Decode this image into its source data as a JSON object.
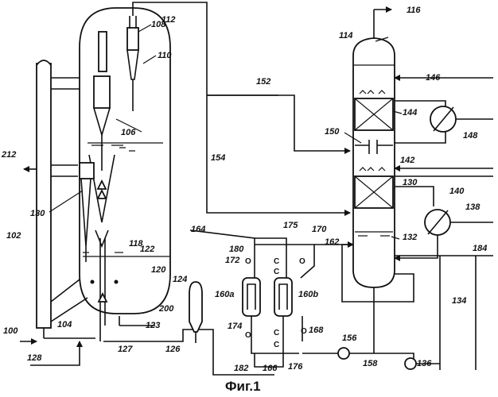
{
  "caption": "Фиг.1",
  "labels": {
    "l100": "100",
    "l102": "102",
    "l104": "104",
    "l106": "106",
    "l108": "108",
    "l110": "110",
    "l112": "112",
    "l114": "114",
    "l116": "116",
    "l118": "118",
    "l120": "120",
    "l122": "122",
    "l123": "123",
    "l124": "124",
    "l126": "126",
    "l127": "127",
    "l128": "128",
    "l130a": "130",
    "l130b": "130",
    "l132": "132",
    "l134": "134",
    "l136": "136",
    "l138": "138",
    "l140": "140",
    "l142": "142",
    "l144": "144",
    "l146": "146",
    "l148": "148",
    "l150": "150",
    "l152": "152",
    "l154": "154",
    "l156": "156",
    "l158": "158",
    "l160a": "160a",
    "l160b": "160b",
    "l162": "162",
    "l164": "164",
    "l166": "166",
    "l168": "168",
    "l170": "170",
    "l172": "172",
    "l174": "174",
    "l175": "175",
    "l176": "176",
    "l180": "180",
    "l182": "182",
    "l184": "184",
    "l200": "200",
    "l212": "212"
  },
  "valve_marks": {
    "o": "O",
    "c": "C"
  }
}
